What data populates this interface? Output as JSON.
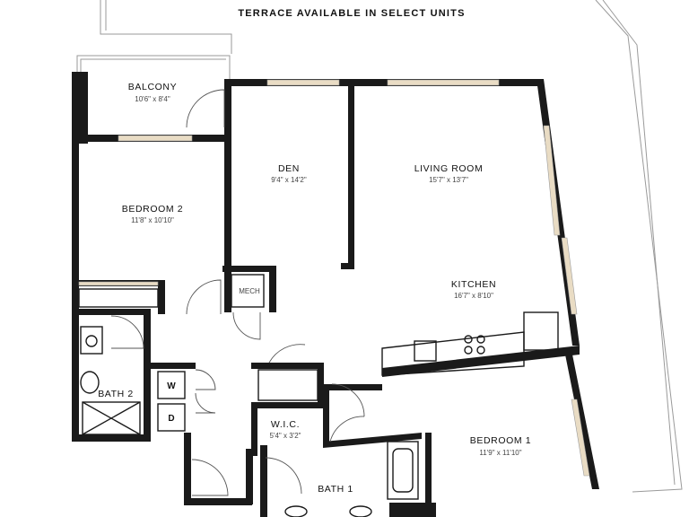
{
  "header": {
    "text": "TERRACE AVAILABLE IN SELECT UNITS"
  },
  "rooms": [
    {
      "key": "balcony",
      "name": "BALCONY",
      "dim": "10'6\" x 8'4\""
    },
    {
      "key": "bedroom2",
      "name": "BEDROOM 2",
      "dim": "11'8\" x 10'10\""
    },
    {
      "key": "den",
      "name": "DEN",
      "dim": "9'4\" x 14'2\""
    },
    {
      "key": "living",
      "name": "LIVING ROOM",
      "dim": "15'7\" x 13'7\""
    },
    {
      "key": "kitchen",
      "name": "KITCHEN",
      "dim": "16'7\" x 8'10\""
    },
    {
      "key": "bath2",
      "name": "BATH 2",
      "dim": ""
    },
    {
      "key": "wic",
      "name": "W.I.C.",
      "dim": "5'4\" x 3'2\""
    },
    {
      "key": "bedroom1",
      "name": "BEDROOM 1",
      "dim": "11'9\" x 11'10\""
    },
    {
      "key": "bath1",
      "name": "BATH 1",
      "dim": ""
    }
  ],
  "fixtures": {
    "mech": "MECH",
    "washer": "W",
    "dryer": "D"
  },
  "colors": {
    "wall": "#1a1a1a",
    "window": "#e9dcc4",
    "background": "#ffffff"
  }
}
